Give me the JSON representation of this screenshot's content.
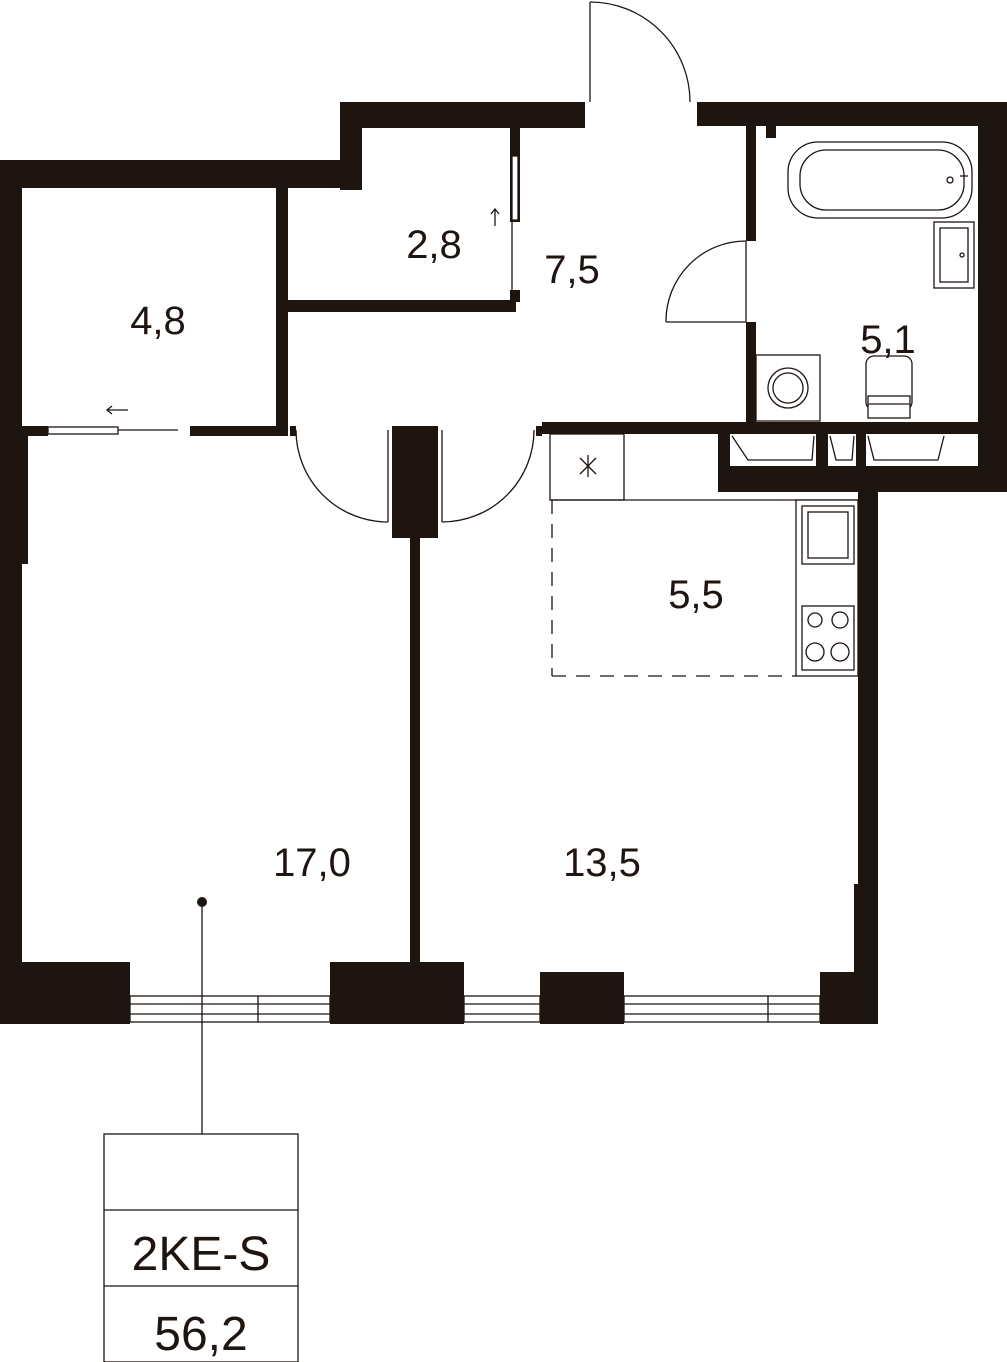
{
  "rooms": {
    "storage": "4,8",
    "closet": "2,8",
    "hall": "7,5",
    "bathroom": "5,1",
    "kitchen": "5,5",
    "bedroom": "17,0",
    "living": "13,5"
  },
  "unit": {
    "code": "2KE-S",
    "area": "56,2"
  },
  "colors": {
    "wall": "#1e1410",
    "background": "#ffffff"
  }
}
